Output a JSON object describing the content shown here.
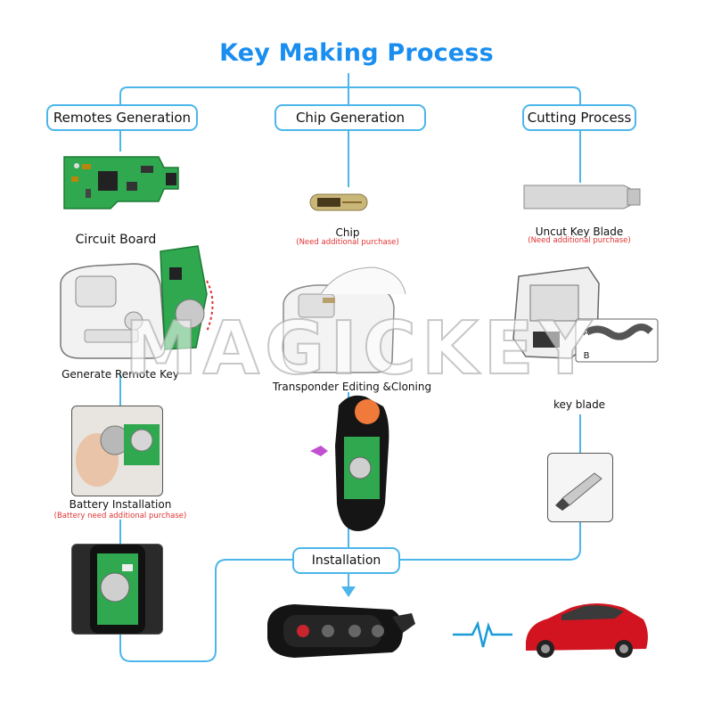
{
  "title": "Key Making Process",
  "columns": {
    "remotes": "Remotes Generation",
    "chip": "Chip Generation",
    "cutting": "Cutting Process"
  },
  "labels": {
    "circuit_board": "Circuit Board",
    "generate_remote_key": "Generate Remote Key",
    "battery_installation": "Battery Installation",
    "battery_note": "(Battery need additional purchase)",
    "chip": "Chip",
    "chip_note": "(Need additional purchase)",
    "transponder": "Transponder Editing &Cloning",
    "uncut_blade": "Uncut Key  Blade",
    "blade_note": "(Need additional purchase)",
    "key_blade": "key blade",
    "installation": "Installation",
    "marker_a": "A",
    "marker_b": "B"
  },
  "watermark": "MAGICKEY",
  "colors": {
    "accent": "#1a8ef0",
    "line": "#4cb6ea",
    "pcb_green": "#2fa84f",
    "note_red": "#e23232",
    "car_red": "#d11420"
  }
}
